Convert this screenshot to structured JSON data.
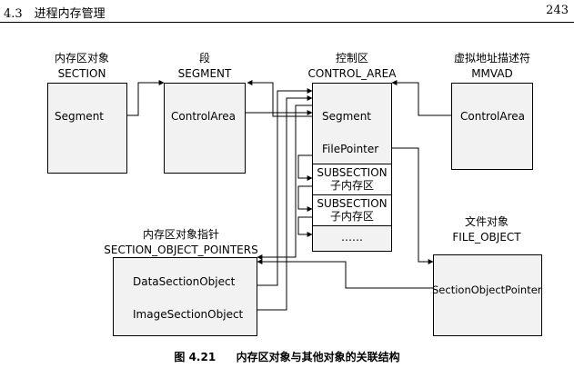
{
  "header": {
    "section": "4.3　进程内存管理",
    "page_number": "243"
  },
  "section_obj": {
    "title_cn": "内存区对象",
    "title_en": "SECTION",
    "field": "Segment"
  },
  "segment_obj": {
    "title_cn": "段",
    "title_en": "SEGMENT",
    "field": "ControlArea"
  },
  "control_area": {
    "title_cn": "控制区",
    "title_en": "CONTROL_AREA",
    "field_segment": "Segment",
    "field_file_pointer": "FilePointer",
    "subsections": [
      {
        "en": "SUBSECTION",
        "cn": "子内存区"
      },
      {
        "en": "SUBSECTION",
        "cn": "子内存区"
      }
    ],
    "ellipsis": "……"
  },
  "mmvad": {
    "title_cn": "虚拟地址描述符",
    "title_en": "MMVAD",
    "field": "ControlArea"
  },
  "pointers": {
    "title_cn": "内存区对象指针",
    "title_en": "SECTION_OBJECT_POINTERS",
    "field_data": "DataSectionObject",
    "field_image": "ImageSectionObject"
  },
  "file_obj": {
    "title_cn": "文件对象",
    "title_en": "FILE_OBJECT",
    "field": "SectionObjectPointer"
  },
  "caption": {
    "number": "图 4.21",
    "text": "内存区对象与其他对象的关联结构"
  }
}
